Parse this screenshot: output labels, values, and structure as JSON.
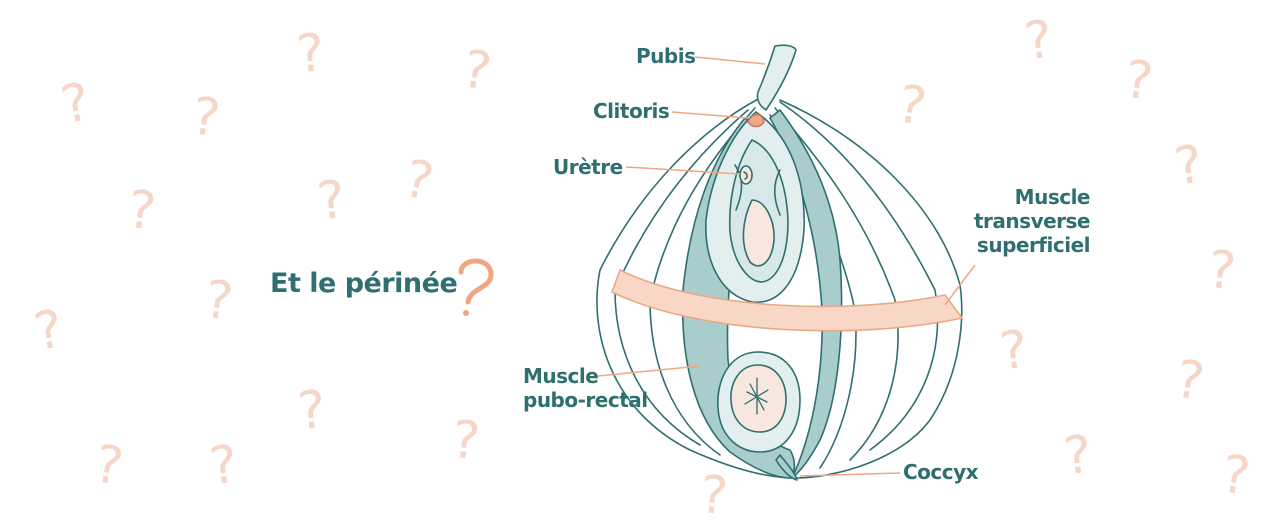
{
  "title": "Et le périnée",
  "labels": {
    "pubis": "Pubis",
    "clitoris": "Clitoris",
    "uretre": "Urètre",
    "transverse": [
      "Muscle",
      "transverse",
      "superficiel"
    ],
    "pubo_rectal": [
      "Muscle",
      "pubo-rectal"
    ],
    "coccyx": "Coccyx"
  },
  "colors": {
    "text": "#2f6f70",
    "outline": "#2f6f70",
    "teal_fill": "#a9cccd",
    "light_fill": "#e3efef",
    "accent": "#f2a582",
    "band_fill": "#f9d7c6",
    "decor": "#f6d6c6"
  },
  "decor_glyph": "?",
  "title_icon": "question-mark-icon"
}
